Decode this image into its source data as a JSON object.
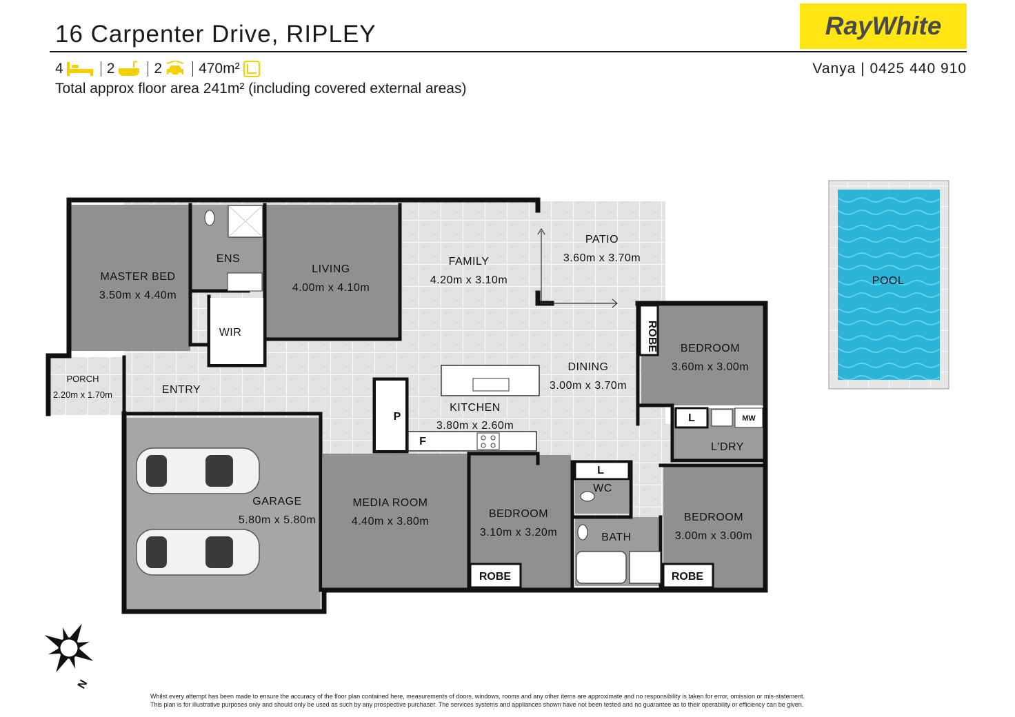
{
  "listing": {
    "address": "16 Carpenter Drive, RIPLEY",
    "bedrooms": "4",
    "bathrooms": "2",
    "car_spaces": "2",
    "land_size": "470m²",
    "floor_area_note": "Total approx floor area 241m² (including covered external areas)"
  },
  "brand": {
    "logo_text": "RayWhite",
    "agent_contact": "Vanya | 0425 440 910",
    "accent_color": "#ffe512"
  },
  "icons": [
    "bed-icon",
    "bath-icon",
    "car-icon",
    "land-size-icon",
    "compass-icon"
  ],
  "rooms": {
    "master_bed": {
      "name": "MASTER BED",
      "dims": "3.50m x 4.40m"
    },
    "ens": {
      "name": "ENS"
    },
    "wir": {
      "name": "WIR"
    },
    "living": {
      "name": "LIVING",
      "dims": "4.00m x 4.10m"
    },
    "family": {
      "name": "FAMILY",
      "dims": "4.20m x 3.10m"
    },
    "patio": {
      "name": "PATIO",
      "dims": "3.60m x 3.70m"
    },
    "pool": {
      "name": "POOL"
    },
    "porch": {
      "name": "PORCH",
      "dims": "2.20m x 1.70m"
    },
    "entry": {
      "name": "ENTRY"
    },
    "dining": {
      "name": "DINING",
      "dims": "3.00m x 3.70m"
    },
    "kitchen": {
      "name": "KITCHEN",
      "dims": "3.80m x 2.60m"
    },
    "bedroom_east": {
      "name": "BEDROOM",
      "dims": "3.60m x 3.00m"
    },
    "garage": {
      "name": "GARAGE",
      "dims": "5.80m x 5.80m"
    },
    "media": {
      "name": "MEDIA ROOM",
      "dims": "4.40m x 3.80m"
    },
    "bedroom_mid": {
      "name": "BEDROOM",
      "dims": "3.10m x 3.20m"
    },
    "bedroom_se": {
      "name": "BEDROOM",
      "dims": "3.00m x 3.00m"
    },
    "laundry": {
      "name": "L'DRY"
    },
    "wc": {
      "name": "WC"
    },
    "bath": {
      "name": "BATH"
    }
  },
  "fixtures": {
    "robe": "ROBE",
    "pantry": "P",
    "fridge": "F",
    "linen": "L",
    "microwave": "MW",
    "compass_n": "N"
  },
  "disclaimer": {
    "line1": "Whilst every attempt has been made to ensure the accuracy of the floor plan contained here, measurements of doors, windows, rooms and any other items are approximate and no responsibility is taken for error, omission or mis-statement.",
    "line2": "This plan is for illustrative purposes only and should only be used as such by any prospective purchaser. The services systems and appliances shown have not been tested and no guarantee as to their operability or efficiency can be given."
  }
}
